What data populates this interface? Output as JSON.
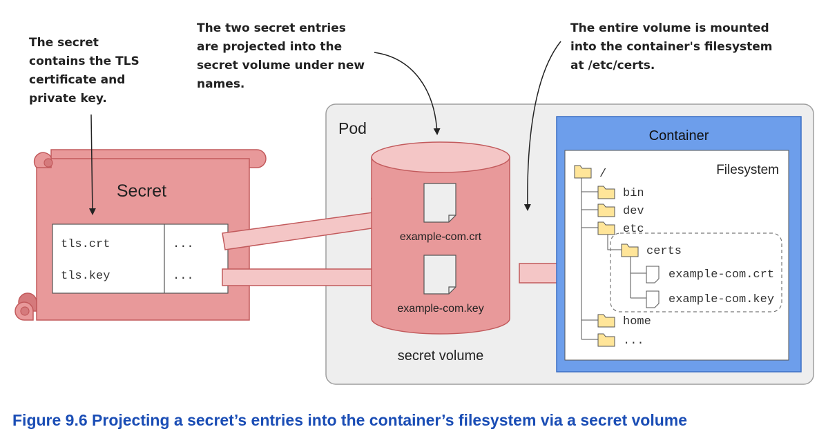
{
  "annotations": {
    "secret_note": [
      "The secret",
      "contains the TLS",
      "certificate and",
      "private key."
    ],
    "entries_note": [
      "The two secret entries",
      "are projected into the",
      "secret volume under new",
      "names."
    ],
    "mount_note": [
      "The entire volume is mounted",
      "into the container's filesystem",
      "at /etc/certs."
    ]
  },
  "secret": {
    "title": "Secret",
    "entries": [
      {
        "key": "tls.crt",
        "value": "..."
      },
      {
        "key": "tls.key",
        "value": "..."
      }
    ]
  },
  "pod": {
    "title": "Pod",
    "volume": {
      "label": "secret volume",
      "files": [
        "example-com.crt",
        "example-com.key"
      ]
    }
  },
  "container": {
    "title": "Container",
    "filesystem": {
      "title": "Filesystem",
      "root": "/",
      "dirs": [
        "bin",
        "dev",
        "etc",
        "home",
        "..."
      ],
      "certs_dir": "certs",
      "cert_files": [
        "example-com.crt",
        "example-com.key"
      ]
    }
  },
  "caption": "Figure 9.6 Projecting a secret’s entries into the container’s filesystem via a secret volume",
  "colors": {
    "secret_fill": "#e8999a",
    "secret_stroke": "#c25a5c",
    "arrow_fill": "#f4c6c6",
    "pod_fill": "#eeeeee",
    "container_fill": "#6d9eeb",
    "folder_fill": "#ffe599",
    "caption": "#1a4db5"
  }
}
